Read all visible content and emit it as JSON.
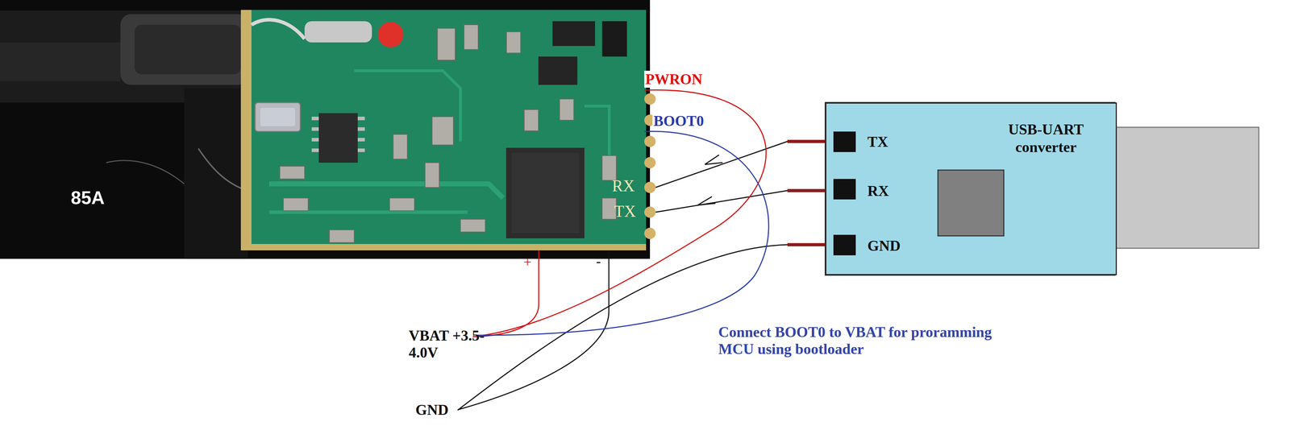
{
  "diagram": {
    "nodes": [
      {
        "text": [
          "USB-UART converter",
          "TX",
          "RX",
          "GND"
        ]
      }
    ],
    "labels": [
      "85A",
      "RX",
      "TX",
      "PWRON",
      "BOOT0",
      "+",
      "-",
      "VBAT +3.5-4.0V",
      "GND",
      "Connect BOOT0 to VBAT for proramming MCU using bootloader"
    ]
  }
}
